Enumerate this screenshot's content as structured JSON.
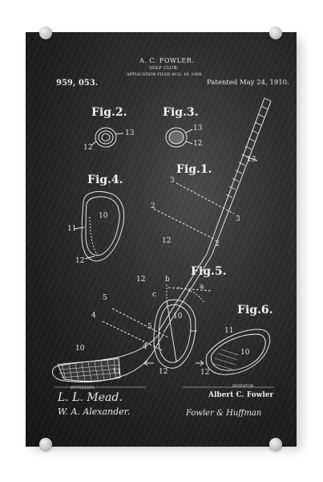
{
  "header": {
    "inventor_name": "A. C. FOWLER.",
    "subject": "GOLF CLUB.",
    "application": "APPLICATION FILED AUG. 16, 1909.",
    "patent_number": "959, 053.",
    "patented": "Patented May 24, 1910."
  },
  "figures": {
    "fig1": "Fig.1.",
    "fig2": "Fig.2.",
    "fig3": "Fig.3.",
    "fig4": "Fig.4.",
    "fig5": "Fig.5.",
    "fig6": "Fig.6."
  },
  "labels": {
    "n13a": "13",
    "n12a": "12",
    "n13b": "13",
    "n12b": "12",
    "n13c": "13",
    "n10a": "10",
    "n11a": "11",
    "n12c": "12",
    "n3a": "3",
    "n2a": "2",
    "n3b": "3",
    "n2b": "2",
    "n12d": "12",
    "n12e": "12",
    "nb": "b",
    "nc": "c",
    "na": "a",
    "n5a": "5",
    "n4a": "4",
    "n5b": "5",
    "n4b": "4",
    "n10b": "10",
    "n12f": "12",
    "n11b": "11",
    "n10c": "10",
    "n12g": "12",
    "n10d": "10",
    "n11c": "11"
  },
  "footer": {
    "witnesses_label": "WITNESSES:",
    "witness_sig_1": "L. L. Mead.",
    "witness_sig_2": "W. A. Alexander.",
    "inventor_label": "INVENTOR",
    "inventor_full": "Albert C. Fowler",
    "inventor_sig": "Fowler & Huffman"
  },
  "colors": {
    "board": "#2c2c2c",
    "chalk": "#e8e8e8",
    "pin": "#cfcfcf"
  }
}
